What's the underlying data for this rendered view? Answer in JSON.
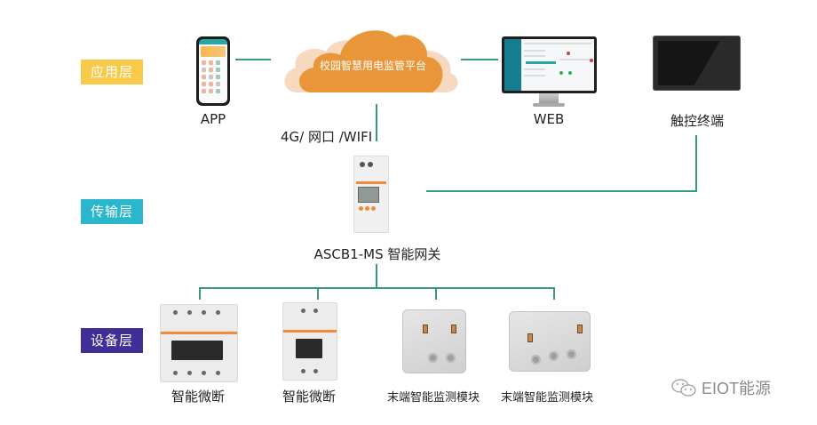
{
  "layers": {
    "application": {
      "label": "应用层",
      "color": "#f9c94a"
    },
    "transmission": {
      "label": "传输层",
      "color": "#2ab6cc"
    },
    "device": {
      "label": "设备层",
      "color": "#3f2f96"
    }
  },
  "application_layer": {
    "app_label": "APP",
    "platform_label": "校园智慧用电监管平台",
    "web_label": "WEB",
    "touch_label": "触控终端",
    "cloud_color": "#e9963a",
    "cloud_shadow_color": "#f6d9bf"
  },
  "transmission_layer": {
    "link_label": "4G/ 网口 /WIFI",
    "gateway_label": "ASCB1-MS 智能网关"
  },
  "device_layer": {
    "devices": [
      {
        "label": "智能微断"
      },
      {
        "label": "智能微断"
      },
      {
        "label": "末端智能监测模块"
      },
      {
        "label": "末端智能监测模块"
      }
    ]
  },
  "connector_color": "#3a9a73",
  "watermark": {
    "icon": "wechat-icon",
    "text": "EIOT能源"
  }
}
